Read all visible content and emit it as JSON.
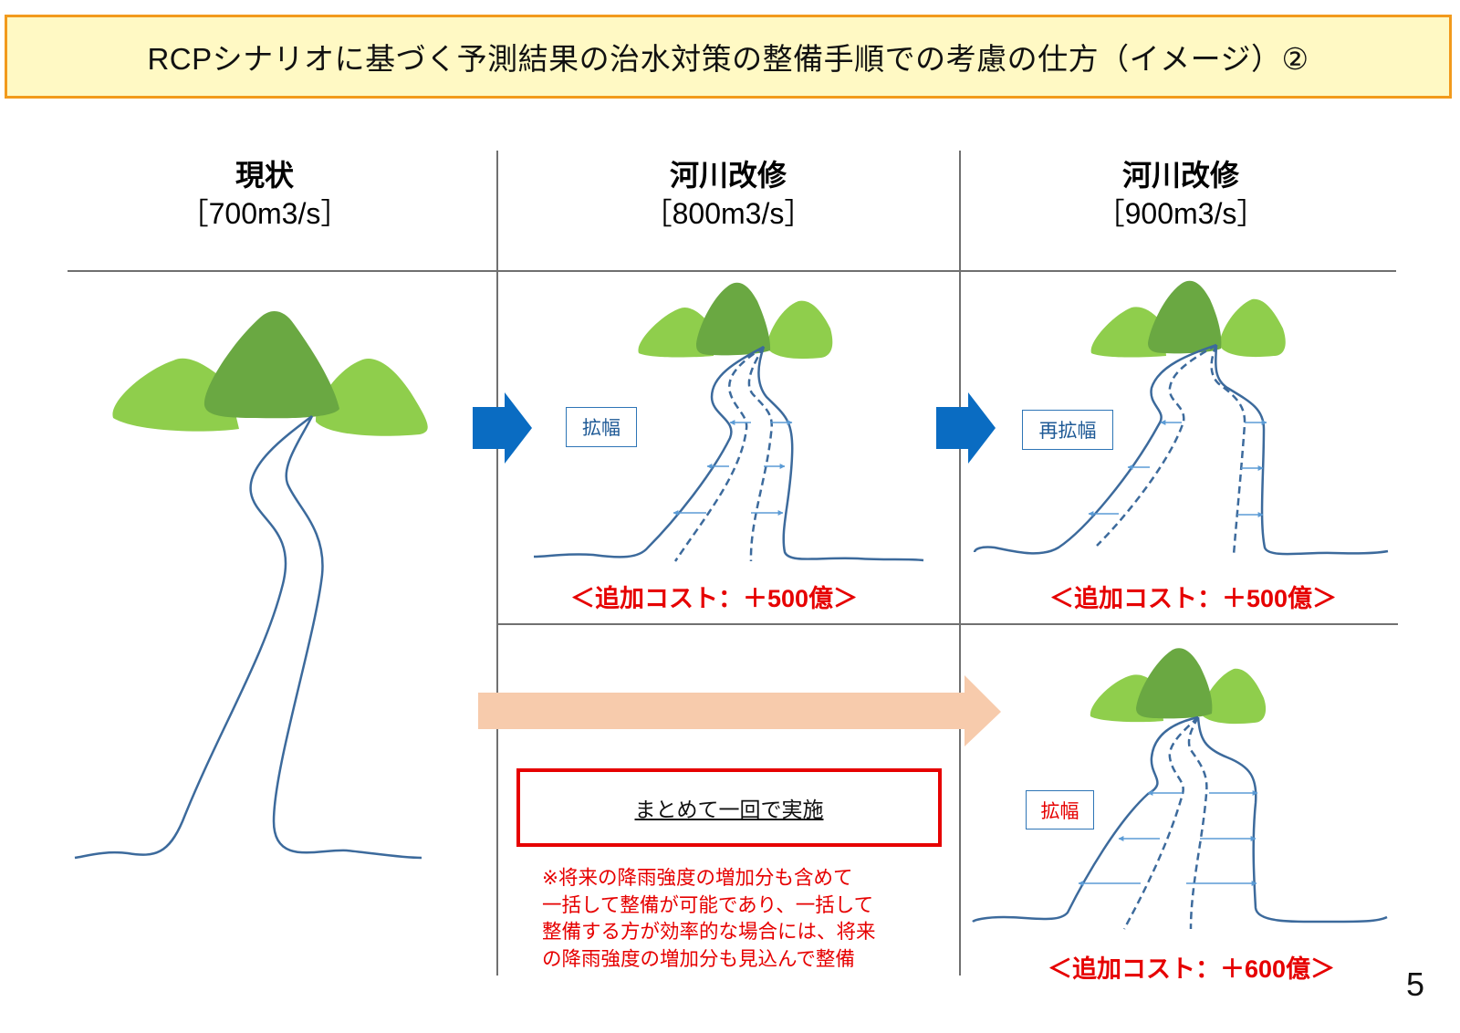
{
  "title": "RCPシナリオに基づく予測結果の治水対策の整備手順での考慮の仕方（イメージ）②",
  "columns": [
    {
      "heading": "現状",
      "flow": "［700m3/s］"
    },
    {
      "heading": "河川改修",
      "flow": "［800m3/s］"
    },
    {
      "heading": "河川改修",
      "flow": "［900m3/s］"
    }
  ],
  "stages": {
    "stage1": {
      "label": "拡幅",
      "cost": "＜追加コスト：＋500億＞"
    },
    "stage2": {
      "label": "再拡幅",
      "cost": "＜追加コスト：＋500億＞"
    },
    "combined": {
      "label": "拡幅",
      "cost": "＜追加コスト：＋600億＞"
    }
  },
  "batch": {
    "label": "まとめて一回で実施",
    "note_lines": [
      "※将来の降雨強度の増加分も含めて",
      "一括して整備が可能であり、一括して",
      "整備する方が効率的な場合には、将来",
      "の降雨強度の増加分も見込んで整備"
    ]
  },
  "colors": {
    "title_bg": "#fff9c4",
    "title_border": "#f29a1c",
    "mountain_light": "#8fce4c",
    "mountain_dark": "#6aa842",
    "river": "#3c6a9c",
    "widen_arrow": "#5b9bd5",
    "step_arrow": "#0a6cc2",
    "batch_arrow": "#f7cbac",
    "emphasis_red": "#e60000"
  },
  "page_number": "5"
}
